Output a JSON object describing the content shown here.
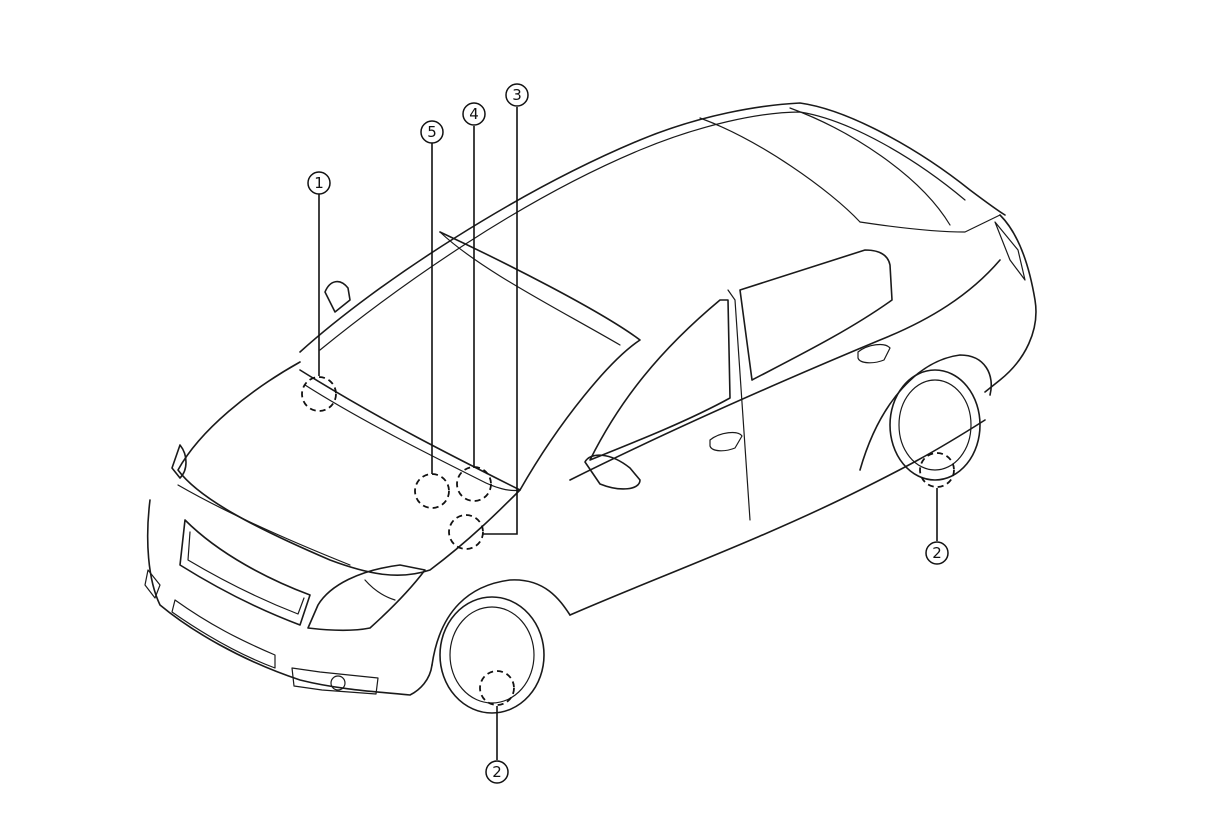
{
  "callouts": [
    {
      "id": "c1",
      "number": "1"
    },
    {
      "id": "c5",
      "number": "5"
    },
    {
      "id": "c4",
      "number": "4"
    },
    {
      "id": "c3",
      "number": "3"
    },
    {
      "id": "c2-rear",
      "number": "2"
    },
    {
      "id": "c2-front",
      "number": "2"
    }
  ],
  "colors": {
    "line": "#111111",
    "background": "#ffffff"
  }
}
